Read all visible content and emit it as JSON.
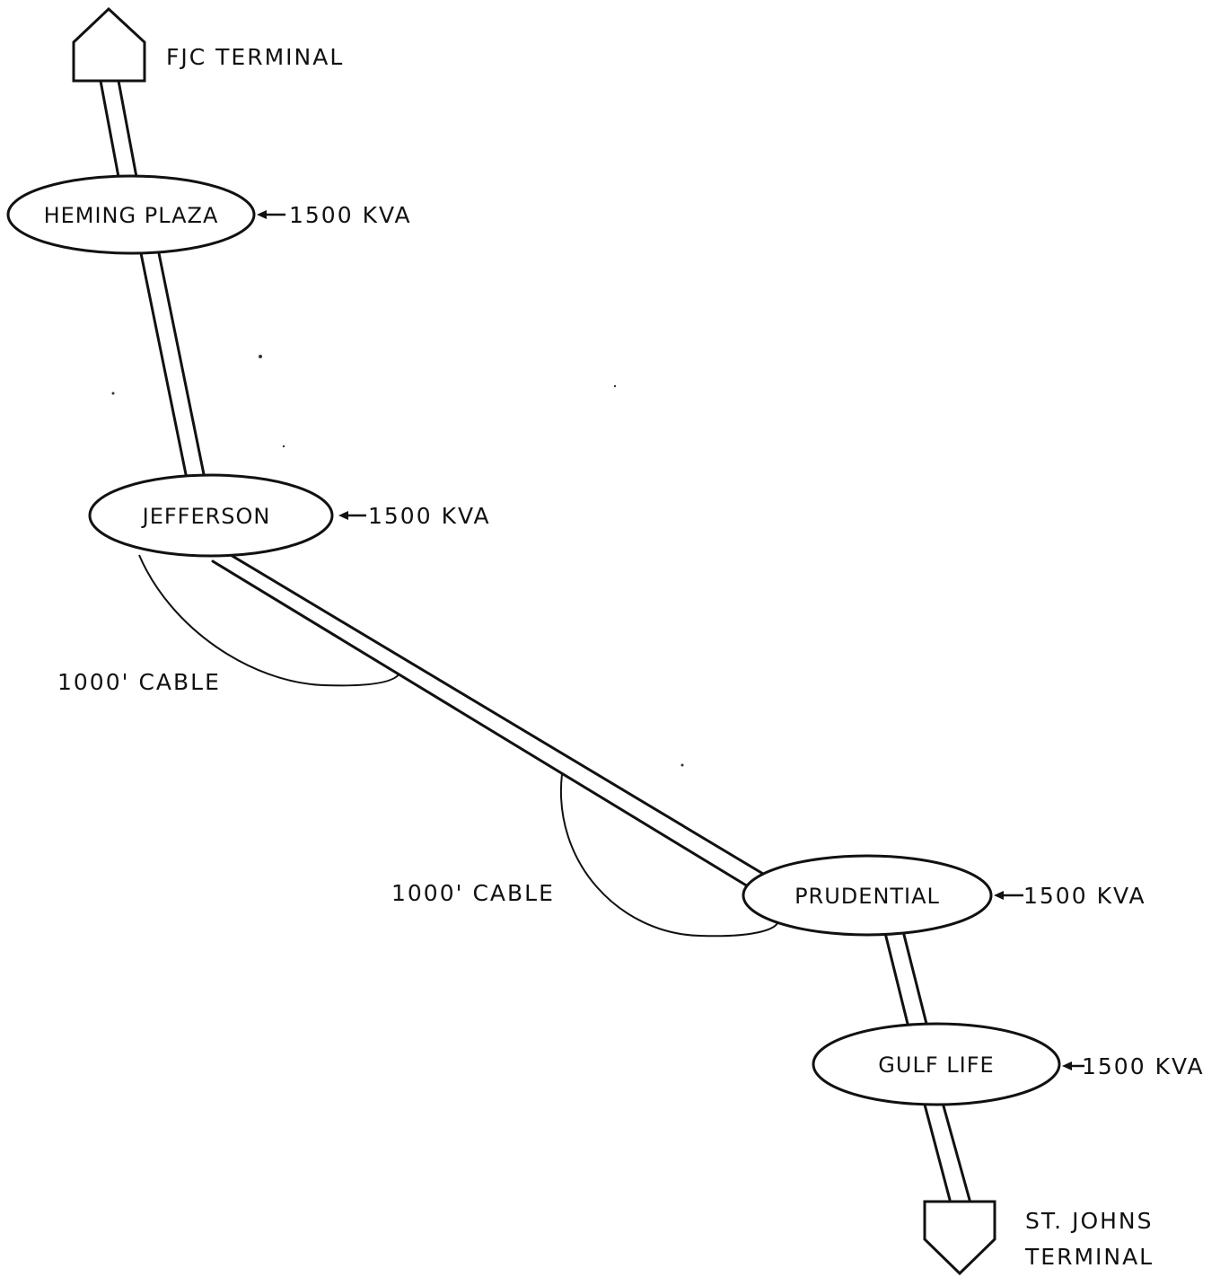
{
  "terminals": {
    "top": "FJC TERMINAL",
    "bottom_line1": "ST. JOHNS",
    "bottom_line2": "TERMINAL"
  },
  "stations": [
    {
      "name": "HEMING PLAZA",
      "rating": "1500 KVA"
    },
    {
      "name": "JEFFERSON",
      "rating": "1500 KVA"
    },
    {
      "name": "PRUDENTIAL",
      "rating": "1500 KVA"
    },
    {
      "name": "GULF LIFE",
      "rating": "1500 KVA"
    }
  ],
  "cables": [
    {
      "label": "1000' CABLE"
    },
    {
      "label": "1000' CABLE"
    }
  ],
  "colors": {
    "ink": "#111111",
    "background": "#ffffff"
  }
}
